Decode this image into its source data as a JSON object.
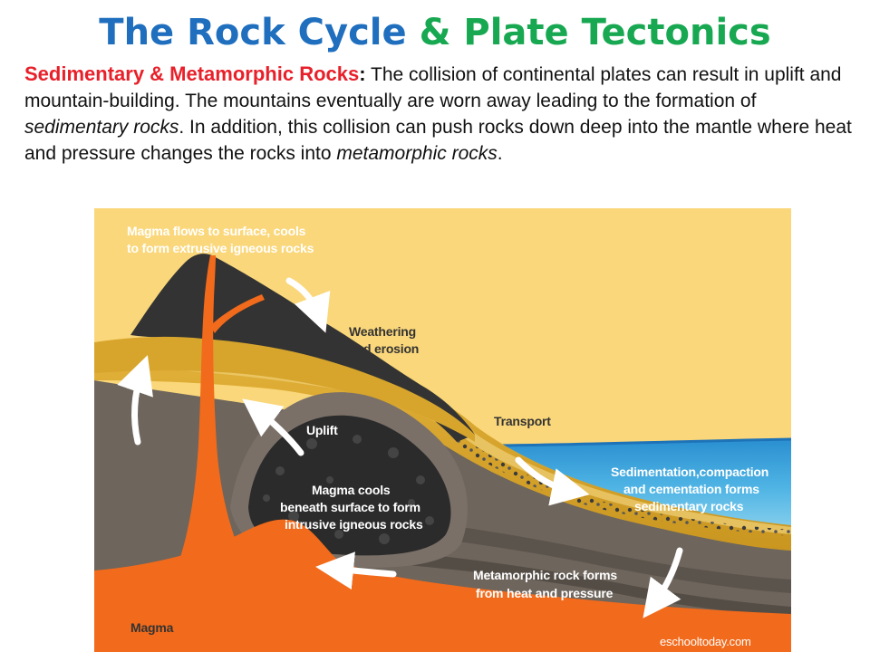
{
  "title": {
    "part1": "The Rock Cycle",
    "part2": "& Plate Tectonics",
    "color_part1": "#1f6fbe",
    "color_part2": "#17a851"
  },
  "intro": {
    "lead": "Sedimentary & Metamorphic Rocks",
    "colon": ":",
    "text1": " The collision of continental plates can result in uplift and mountain-building. The mountains eventually are worn away leading to the formation of ",
    "em1": "sedimentary rocks",
    "text2": ". In addition, this collision can push rocks down deep into the mantle where heat and pressure changes the rocks into ",
    "em2": "metamorphic rocks",
    "text3": ".",
    "lead_color": "#e8202a"
  },
  "diagram": {
    "labels": {
      "magma_surface_1": "Magma flows to surface, cools",
      "magma_surface_2": "to form extrusive igneous rocks",
      "weathering_1": "Weathering",
      "weathering_2": "and erosion",
      "transport": "Transport",
      "uplift": "Uplift",
      "sedimentation_1": "Sedimentation,compaction",
      "sedimentation_2": "and cementation forms",
      "sedimentation_3": "sedimentary rocks",
      "magma_cools_1": "Magma cools",
      "magma_cools_2": "beneath surface to form",
      "magma_cools_3": "intrusive igneous rocks",
      "metamorphic_1": "Metamorphic rock forms",
      "metamorphic_2": "from heat and pressure",
      "magma": "Magma",
      "credit": "eschooltoday.com"
    },
    "colors": {
      "sky": "#fad77a",
      "sediment": "#d9a72c",
      "sediment_light": "#e9c46a",
      "crust": "#6e655c",
      "volcano": "#333333",
      "intrusion": "#2b2b2b",
      "magma": "#f26a1b",
      "sea": "#2f9ed8"
    }
  }
}
